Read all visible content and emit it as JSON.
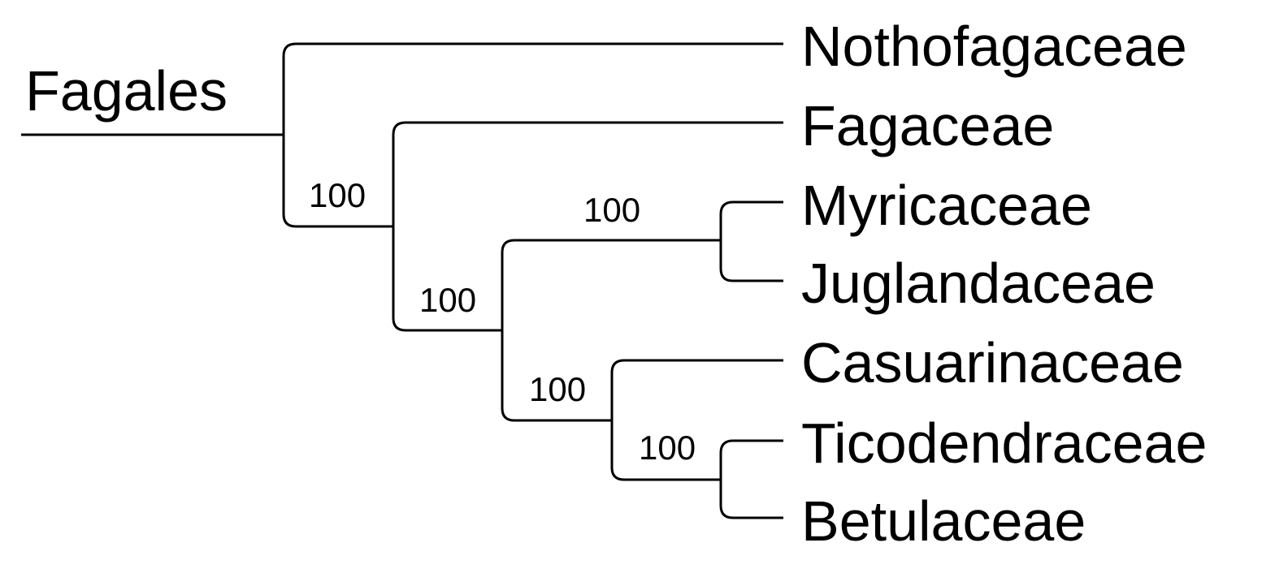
{
  "clade": {
    "label": "Fagales"
  },
  "taxa": [
    "Nothofagaceae",
    "Fagaceae",
    "Myricaceae",
    "Juglandaceae",
    "Casuarinaceae",
    "Ticodendraceae",
    "Betulaceae"
  ],
  "support_values": [
    {
      "node": "Fagaceae + rest",
      "value": "100"
    },
    {
      "node": "Myricaceae + Juglandaceae + Casuarinaceae + Ticodendraceae + Betulaceae",
      "value": "100"
    },
    {
      "node": "Myricaceae + Juglandaceae",
      "value": "100"
    },
    {
      "node": "Casuarinaceae + Ticodendraceae + Betulaceae",
      "value": "100"
    },
    {
      "node": "Ticodendraceae + Betulaceae",
      "value": "100"
    }
  ],
  "colors": {
    "line": "#000000",
    "text": "#000000",
    "background": "#ffffff"
  }
}
